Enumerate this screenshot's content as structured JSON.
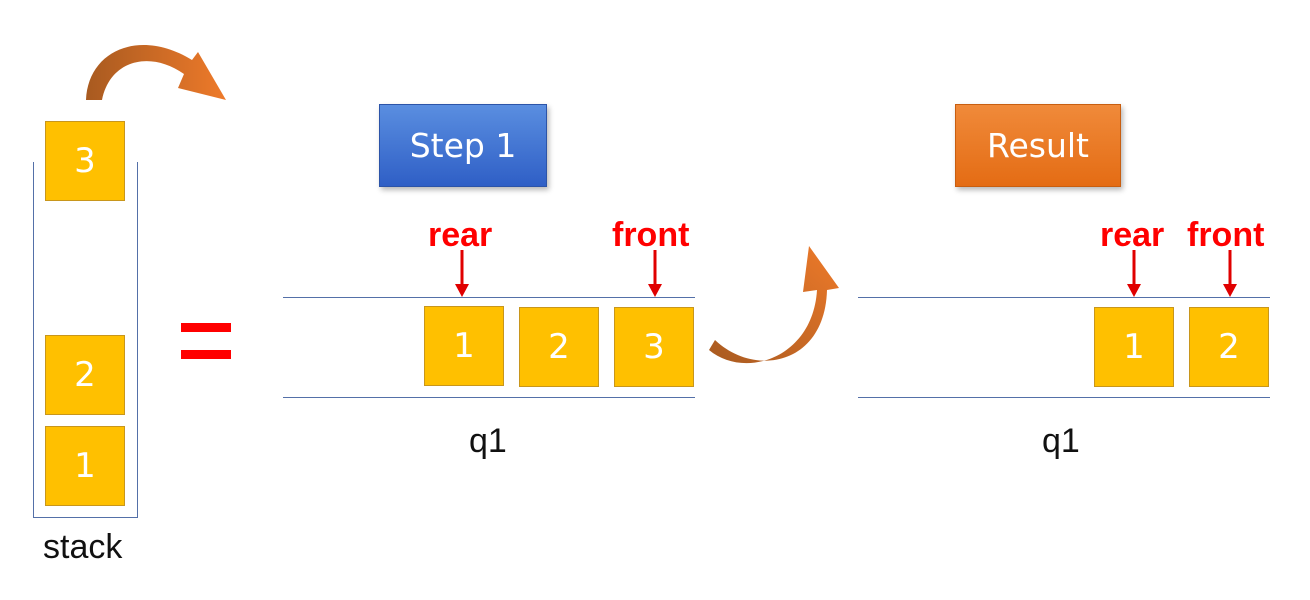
{
  "stack": {
    "label": "stack",
    "items": [
      "3",
      "2",
      "1"
    ]
  },
  "step1": {
    "button_label": "Step 1",
    "queue_label": "q1",
    "rear_label": "rear",
    "front_label": "front",
    "items": [
      "1",
      "2",
      "3"
    ]
  },
  "result": {
    "button_label": "Result",
    "queue_label": "q1",
    "rear_label": "rear",
    "front_label": "front",
    "items": [
      "1",
      "2"
    ]
  },
  "colors": {
    "box_fill": "#ffc000",
    "pointer_red": "#ff0000",
    "step_blue": "#3a6bd0",
    "result_orange": "#ea7320",
    "arrow_orange": "#e07020"
  }
}
